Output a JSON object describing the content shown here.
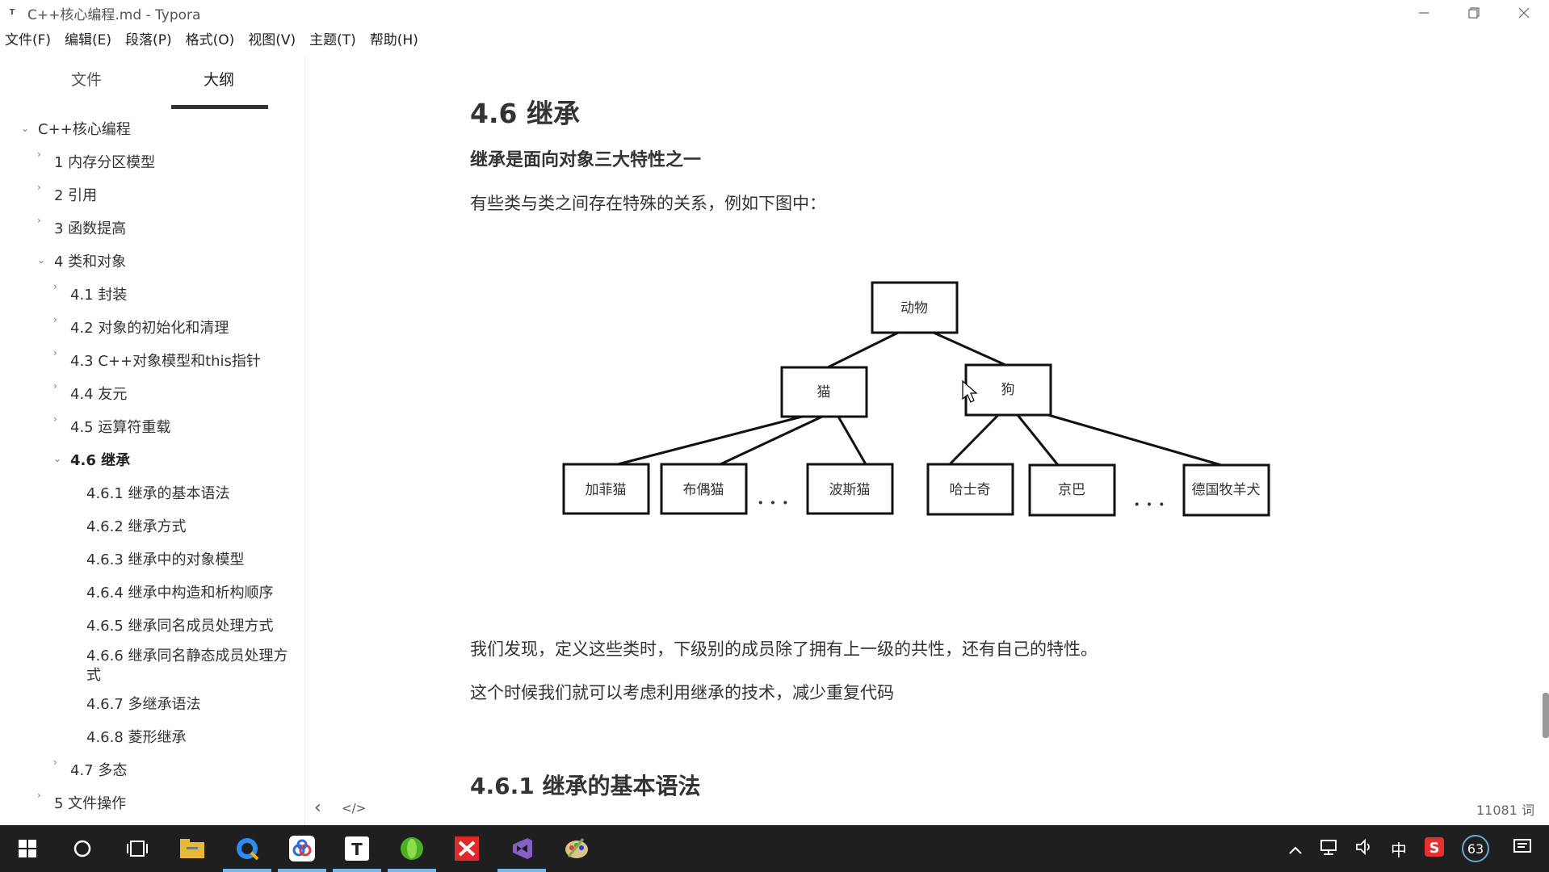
{
  "window": {
    "title": "C++核心编程.md - Typora",
    "minimize_icon": "minimize-icon",
    "restore_icon": "restore-icon",
    "close_icon": "close-icon"
  },
  "menu": [
    "文件(F)",
    "编辑(E)",
    "段落(P)",
    "格式(O)",
    "视图(V)",
    "主题(T)",
    "帮助(H)"
  ],
  "sidebar": {
    "tabs": {
      "files": "文件",
      "outline": "大纲"
    },
    "outline": [
      {
        "label": "C++核心编程",
        "expanded": true
      },
      {
        "label": "1 内存分区模型",
        "expanded": false
      },
      {
        "label": "2 引用",
        "expanded": false
      },
      {
        "label": "3 函数提高",
        "expanded": false
      },
      {
        "label": "4 类和对象",
        "expanded": true
      },
      {
        "label": "4.1 封装",
        "expanded": false
      },
      {
        "label": "4.2 对象的初始化和清理",
        "expanded": false
      },
      {
        "label": "4.3 C++对象模型和this指针",
        "expanded": false
      },
      {
        "label": "4.4 友元",
        "expanded": false
      },
      {
        "label": "4.5 运算符重载",
        "expanded": false
      },
      {
        "label": "4.6 继承",
        "expanded": true,
        "active": true
      },
      {
        "label": "4.6.1 继承的基本语法"
      },
      {
        "label": "4.6.2 继承方式"
      },
      {
        "label": "4.6.3 继承中的对象模型"
      },
      {
        "label": "4.6.4 继承中构造和析构顺序"
      },
      {
        "label": "4.6.5 继承同名成员处理方式"
      },
      {
        "label": "4.6.6 继承同名静态成员处理方式"
      },
      {
        "label": "4.6.7 多继承语法"
      },
      {
        "label": "4.6.8 菱形继承"
      },
      {
        "label": "4.7 多态",
        "expanded": false
      },
      {
        "label": "5 文件操作",
        "expanded": false
      }
    ],
    "footer": {
      "back": "‹",
      "source": "</>"
    }
  },
  "doc": {
    "h2": "4.6  继承",
    "h3": "继承是面向对象三大特性之一",
    "p1": "有些类与类之间存在特殊的关系，例如下图中：",
    "p2": "我们发现，定义这些类时，下级别的成员除了拥有上一级的共性，还有自己的特性。",
    "p3": "这个时候我们就可以考虑利用继承的技术，减少重复代码",
    "h2b": "4.6.1 继承的基本语法",
    "word_count": "11081 词"
  },
  "diagram": {
    "root": "动物",
    "mid": [
      "猫",
      "狗"
    ],
    "leaves": [
      "加菲猫",
      "布偶猫",
      "波斯猫",
      "哈士奇",
      "京巴",
      "德国牧羊犬"
    ],
    "ellipsis": "· · ·"
  },
  "taskbar": {
    "icons": [
      "windows-start-icon",
      "search-circle-icon",
      "task-view-icon",
      "file-explorer-icon",
      "browser-icon",
      "cloud-app-icon",
      "typora-icon",
      "green-app-icon",
      "xmind-icon",
      "visual-studio-icon",
      "paint-icon"
    ],
    "tray": {
      "ime": "中",
      "battery_badge": "63"
    },
    "accent": "#76b9ed"
  }
}
